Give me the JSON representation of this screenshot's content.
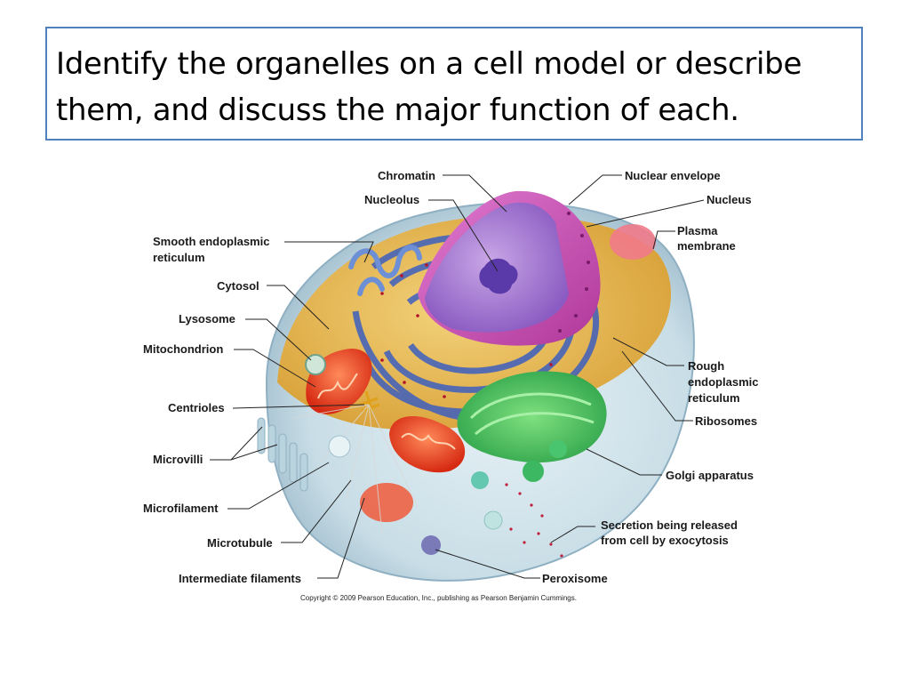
{
  "slide": {
    "title_line1": "Identify the organelles on a cell model or describe",
    "title_line2": "them, and discuss the major function of each."
  },
  "diagram": {
    "labels": {
      "chromatin": "Chromatin",
      "nucleolus": "Nucleolus",
      "nuclear_envelope": "Nuclear envelope",
      "nucleus": "Nucleus",
      "plasma_membrane_1": "Plasma",
      "plasma_membrane_2": "membrane",
      "smooth_er_1": "Smooth endoplasmic",
      "smooth_er_2": "reticulum",
      "cytosol": "Cytosol",
      "lysosome": "Lysosome",
      "mitochondrion": "Mitochondrion",
      "rough_er_1": "Rough",
      "rough_er_2": "endoplasmic",
      "rough_er_3": "reticulum",
      "ribosomes": "Ribosomes",
      "centrioles": "Centrioles",
      "microvilli": "Microvilli",
      "golgi": "Golgi apparatus",
      "microfilament": "Microfilament",
      "secretion_1": "Secretion being released",
      "secretion_2": "from cell by exocytosis",
      "microtubule": "Microtubule",
      "peroxisome": "Peroxisome",
      "intermediate_filaments": "Intermediate filaments"
    },
    "copyright": "Copyright © 2009 Pearson Education, Inc., publishing as Pearson Benjamin Cummings."
  }
}
